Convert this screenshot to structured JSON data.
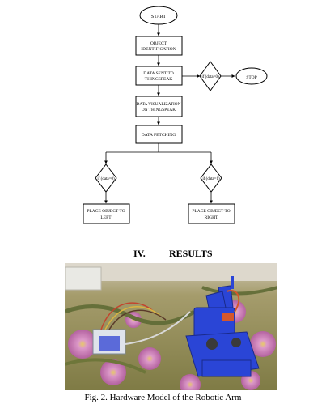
{
  "flowchart": {
    "start": "START",
    "object_identification": [
      "OBJECT",
      "IDENTIFICATION"
    ],
    "data_sent": [
      "DATA SENT TO",
      "THINGSPEAK"
    ],
    "condition_stop": "if (data=0)",
    "stop": "STOP",
    "data_visualization": [
      "DATA VISUALIZATION",
      "ON THINGSPEAK"
    ],
    "data_fetching": "DATA FETCHING",
    "condition_left": "if (data=0)",
    "condition_right": "if (data=1)",
    "place_left": [
      "PLACE OBJECT TO",
      "LEFT"
    ],
    "place_right": [
      "PLACE OBJECT TO",
      "RIGHT"
    ]
  },
  "section": {
    "number": "IV.",
    "title": "RESULTS"
  },
  "figure": {
    "caption": "Fig. 2. Hardware Model of the Robotic Arm",
    "image_subject": "robotic arm hardware photo",
    "colors": {
      "arm": "#2a45d6",
      "bedsheet": "#8f8a4f",
      "flowers": "#d777c4"
    }
  }
}
